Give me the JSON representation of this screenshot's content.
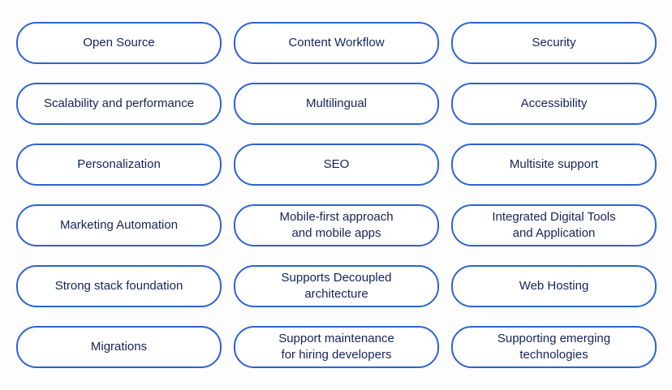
{
  "theme": {
    "page_background": "#fdfdfe",
    "pill_background": "#ffffff",
    "pill_border_color": "#2d63d2",
    "pill_text_color": "#15235b"
  },
  "grid": {
    "rows": 6,
    "columns": 3
  },
  "buttons": [
    {
      "id": "open-source",
      "label": "Open Source"
    },
    {
      "id": "content-workflow",
      "label": "Content Workflow"
    },
    {
      "id": "security",
      "label": "Security"
    },
    {
      "id": "scalability-and-performance",
      "label": "Scalability and performance"
    },
    {
      "id": "multilingual",
      "label": "Multilingual"
    },
    {
      "id": "accessibility",
      "label": "Accessibility"
    },
    {
      "id": "personalization",
      "label": "Personalization"
    },
    {
      "id": "seo",
      "label": "SEO"
    },
    {
      "id": "multisite-support",
      "label": "Multisite support"
    },
    {
      "id": "marketing-automation",
      "label": "Marketing Automation"
    },
    {
      "id": "mobile-first-approach-and-mobile-apps",
      "label": "Mobile-first approach\nand mobile apps"
    },
    {
      "id": "integrated-digital-tools-and-application",
      "label": "Integrated Digital Tools\nand Application"
    },
    {
      "id": "strong-stack-foundation",
      "label": "Strong stack foundation"
    },
    {
      "id": "supports-decoupled-architecture",
      "label": "Supports Decoupled\narchitecture"
    },
    {
      "id": "web-hosting",
      "label": "Web Hosting"
    },
    {
      "id": "migrations",
      "label": "Migrations"
    },
    {
      "id": "support-maintenance-for-hiring-developers",
      "label": "Support maintenance\nfor hiring developers"
    },
    {
      "id": "supporting-emerging-technologies",
      "label": "Supporting emerging\ntechnologies"
    }
  ]
}
